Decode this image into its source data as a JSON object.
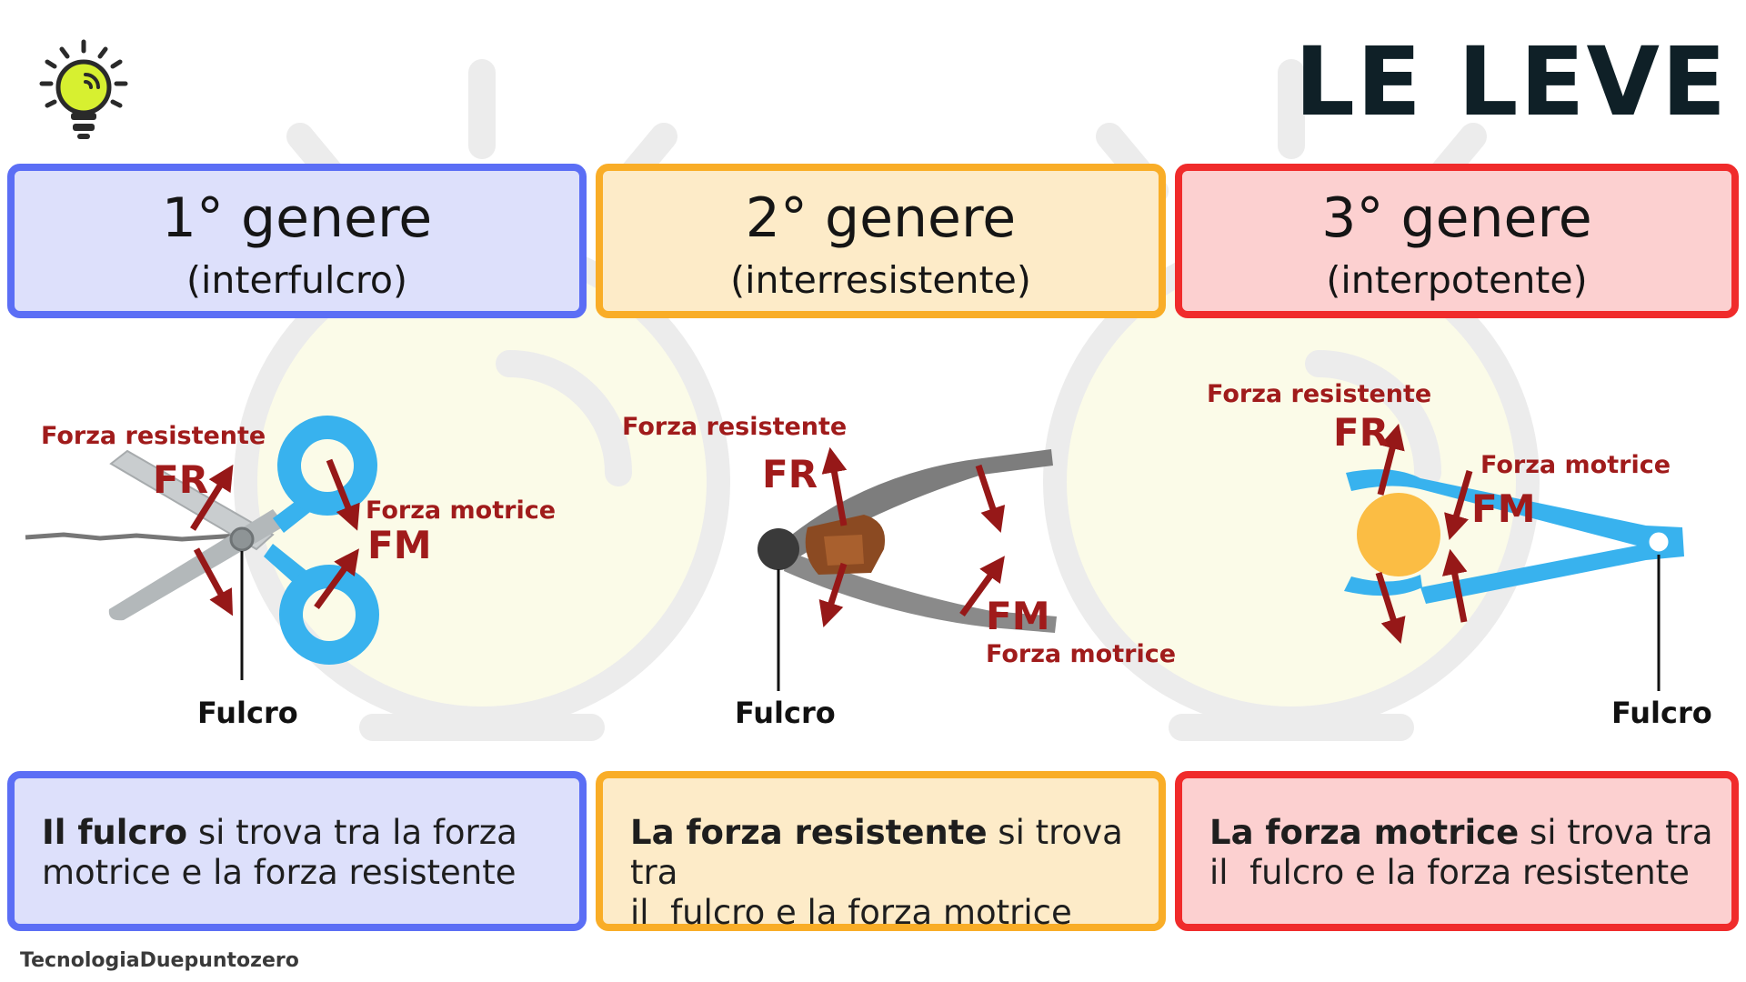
{
  "title": "LE LEVE",
  "headers": [
    {
      "genere": "1° genere",
      "tipo": "(interfulcro)"
    },
    {
      "genere": "2° genere",
      "tipo": "(interresistente)"
    },
    {
      "genere": "3° genere",
      "tipo": "(interpotente)"
    }
  ],
  "labels": {
    "forza_resistente": "Forza resistente",
    "forza_motrice": "Forza motrice",
    "fr": "FR",
    "fm": "FM",
    "fulcro": "Fulcro"
  },
  "descriptions": [
    {
      "bold": "Il fulcro",
      "rest": " si trova tra la forza",
      "line2": "motrice e la forza resistente"
    },
    {
      "bold": "La forza resistente",
      "rest": " si trova tra",
      "line2": "il  fulcro e la forza motrice"
    },
    {
      "bold": "La forza motrice",
      "rest": " si trova tra",
      "line2": "il  fulcro e la forza resistente"
    }
  ],
  "footer": "TecnologiaDuepuntozero",
  "colors": {
    "blue_border": "#5b6ef5",
    "orange_border": "#f9ad27",
    "red_border": "#f02b2b",
    "arrow": "#961818",
    "label": "#a01b1b",
    "tool_blue": "#38b2ee"
  },
  "icons": [
    "light-bulb-icon",
    "scissors-icon",
    "nutcracker-icon",
    "tweezers-icon"
  ]
}
